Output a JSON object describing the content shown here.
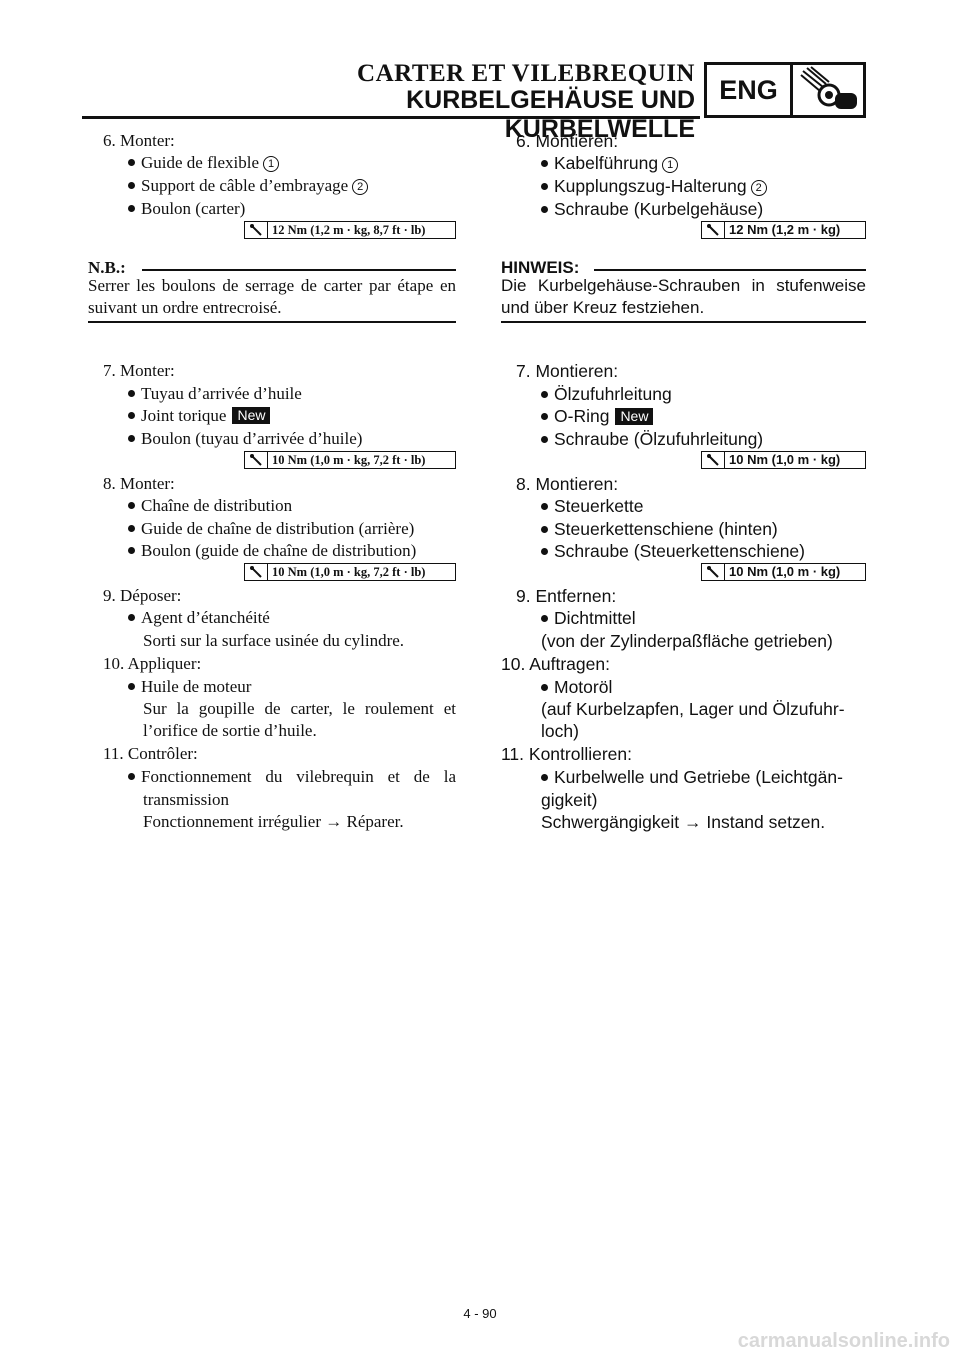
{
  "header": {
    "title_fr": "CARTER ET VILEBREQUIN",
    "title_de": "KURBELGEHÄUSE UND KURBELWELLE",
    "badge": "ENG",
    "badge_icon": "engine-crankshaft-icon"
  },
  "fr": {
    "step6": {
      "title": "6. Monter:",
      "items": [
        "Guide de flexible",
        "Support de câble d’embrayage",
        "Boulon (carter)"
      ],
      "markers": [
        "1",
        "2"
      ],
      "torque": "12 Nm (1,2 m · kg, 8,7 ft · lb)"
    },
    "note": {
      "title": "N.B.:",
      "text1": "Serrer les boulons de serrage de carter par étape en",
      "text2": "suivant un ordre entrecroisé."
    },
    "step7": {
      "title": "7. Monter:",
      "items": [
        "Tuyau d’arrivée d’huile",
        "Joint torique",
        "Boulon (tuyau d’arrivée d’huile)"
      ],
      "new": "New",
      "torque": "10 Nm (1,0 m · kg, 7,2 ft · lb)"
    },
    "step8": {
      "title": "8. Monter:",
      "items": [
        "Chaîne de distribution",
        "Guide de chaîne de distribution (arrière)",
        "Boulon (guide de chaîne de distribution)"
      ],
      "torque": "10 Nm (1,0 m · kg, 7,2 ft · lb)"
    },
    "step9": {
      "title": "9. Déposer:",
      "item": "Agent d’étanchéité",
      "desc": "Sorti sur la surface usinée du cylindre."
    },
    "step10": {
      "title": "10. Appliquer:",
      "item": "Huile de moteur",
      "desc1": "Sur la goupille de carter, le roulement et",
      "desc2": "l’orifice de sortie d’huile."
    },
    "step11": {
      "title": "11. Contrôler:",
      "item1": "Fonctionnement du vilebrequin et de la",
      "item2": "transmission",
      "desc": "Fonctionnement irrégulier → Réparer."
    }
  },
  "de": {
    "step6": {
      "title": "6. Montieren:",
      "items": [
        "Kabelführung",
        "Kupplungszug-Halterung",
        "Schraube (Kurbelgehäuse)"
      ],
      "markers": [
        "1",
        "2"
      ],
      "torque": "12 Nm (1,2 m · kg)"
    },
    "note": {
      "title": "HINWEIS:",
      "text1": "Die Kurbelgehäuse-Schrauben in stufenweise",
      "text2": "und über Kreuz festziehen."
    },
    "step7": {
      "title": "7. Montieren:",
      "items": [
        "Ölzufuhrleitung",
        "O-Ring",
        "Schraube (Ölzufuhrleitung)"
      ],
      "new": "New",
      "torque": "10 Nm (1,0 m · kg)"
    },
    "step8": {
      "title": "8. Montieren:",
      "items": [
        "Steuerkette",
        "Steuerkettenschiene (hinten)",
        "Schraube (Steuerkettenschiene)"
      ],
      "torque": "10 Nm (1,0 m · kg)"
    },
    "step9": {
      "title": "9. Entfernen:",
      "item": "Dichtmittel",
      "desc": "(von der Zylinderpaßfläche getrieben)"
    },
    "step10": {
      "title": "10. Auftragen:",
      "item": "Motoröl",
      "desc1": "(auf Kurbelzapfen, Lager und Ölzufuhr-",
      "desc2": "loch)"
    },
    "step11": {
      "title": "11. Kontrollieren:",
      "item1": "Kurbelwelle und Getriebe (Leichtgän-",
      "item2": "gigkeit)",
      "desc": "Schwergängigkeit → Instand setzen."
    }
  },
  "page_number": "4 - 90",
  "watermark": "carmanualsonline.info",
  "icons": {
    "torque": "torque-wrench-icon",
    "bullet": "bullet-dot-icon"
  }
}
